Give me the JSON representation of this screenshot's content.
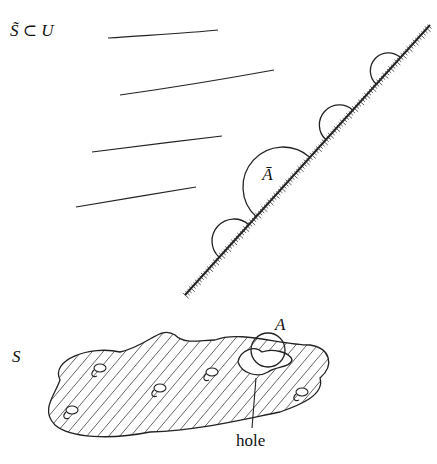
{
  "diagram": {
    "labels": [
      "S̃ ⊂ U",
      "Ā",
      "S",
      "A",
      "hole"
    ]
  }
}
